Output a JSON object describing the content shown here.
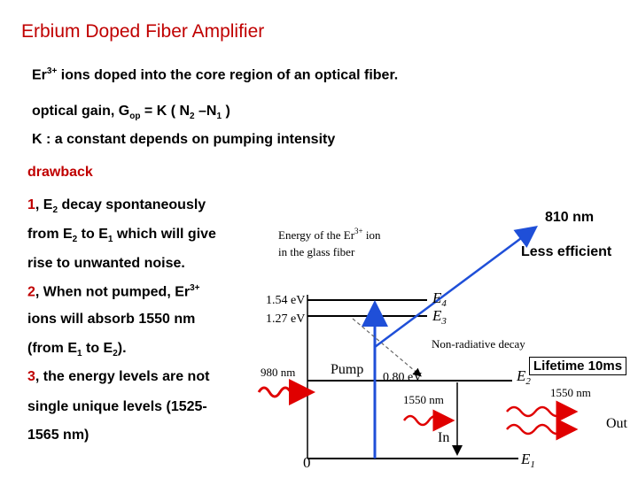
{
  "title": "Erbium Doped Fiber Amplifier",
  "line1": {
    "ion": "Er",
    "charge": "3+",
    "rest": " ions doped into the core region of an optical fiber."
  },
  "line2": {
    "prefix": "optical gain, G",
    "sub1": "op",
    "mid": " = K ( N",
    "sub2": "2",
    "dash": " –N",
    "sub3": "1",
    "end": " )"
  },
  "line3": "K : a constant depends on pumping intensity",
  "drawback": "drawback",
  "point1": {
    "num": "1",
    "a": ", E",
    "s1": "2",
    "b": " decay spontaneously",
    "c": "from E",
    "s2": "2",
    "d": " to E",
    "s3": "1",
    "e": " which will give",
    "f": "rise to unwanted noise."
  },
  "point2": {
    "num": "2",
    "a": ", When not pumped, Er",
    "sup": "3+",
    "b": "ions will absorb 1550 nm",
    "c": "(from E",
    "s1": "1",
    "d": " to E",
    "s2": "2",
    "e": ")."
  },
  "point3": {
    "num": "3",
    "a": ", the energy levels are not",
    "b": "single unique levels (1525-",
    "c": "1565 nm)"
  },
  "diagram": {
    "heading_a": "Energy of the Er",
    "heading_sup": "3+",
    "heading_b": " ion",
    "heading_c": "in the glass fiber",
    "ev1": "1.54 eV",
    "ev2": "1.27 eV",
    "ev3": "0.80 eV",
    "e4": "E",
    "e4s": "4",
    "e3": "E",
    "e3s": "3",
    "e2": "E",
    "e2s": "2",
    "e1": "E",
    "e1s": "1",
    "nonrad": "Non-radiative decay",
    "pump_wl": "980 nm",
    "pump": "Pump",
    "in_wl": "1550 nm",
    "in": "In",
    "out_wl": "1550 nm",
    "out": "Out",
    "zero": "0"
  },
  "annotations": {
    "nm810": "810 nm",
    "less": "Less efficient",
    "lifetime": "Lifetime 10ms"
  },
  "colors": {
    "title": "#c00000",
    "arrow": "#1f4fd8",
    "wave": "#e00000"
  }
}
